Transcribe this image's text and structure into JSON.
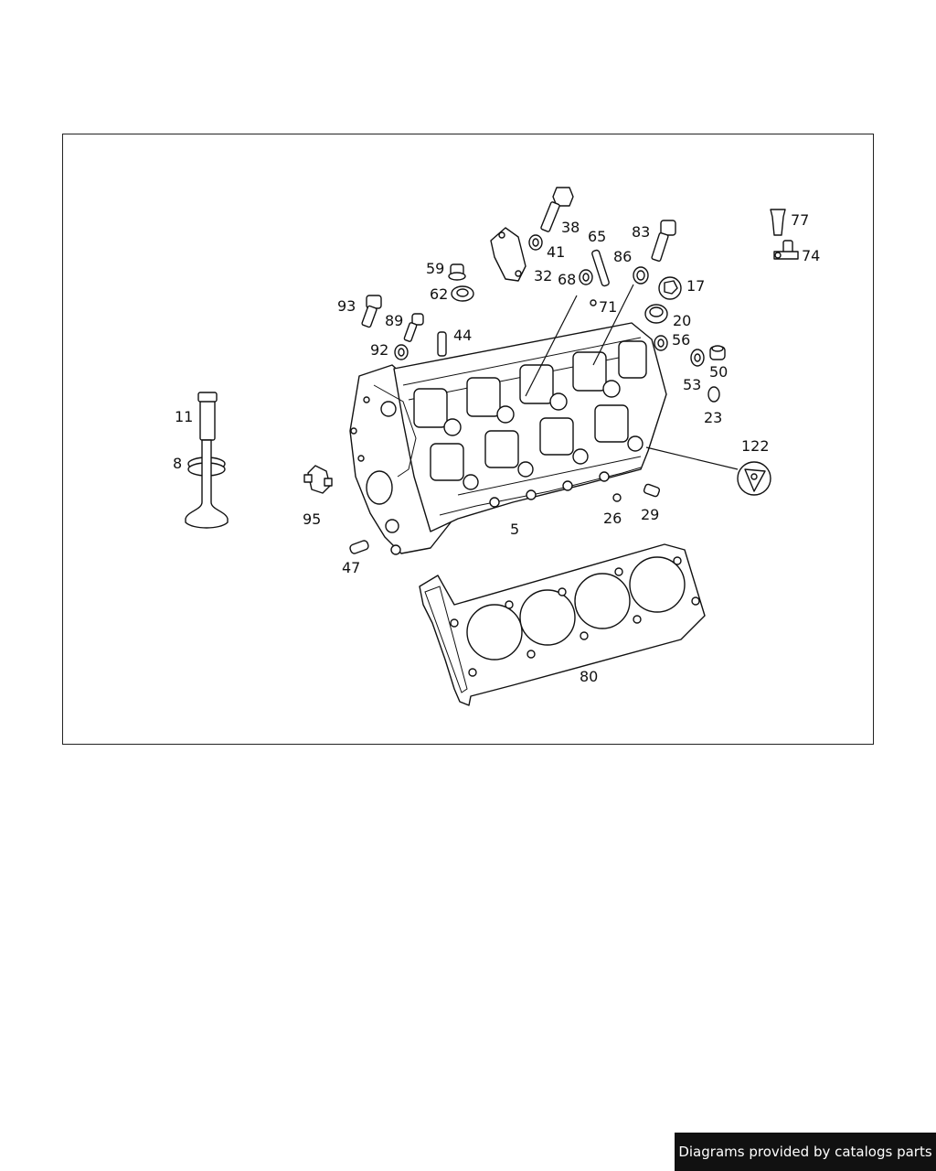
{
  "diagram": {
    "callouts": {
      "c11": "11",
      "c8": "8",
      "c95": "95",
      "c47": "47",
      "c5": "5",
      "c93": "93",
      "c89": "89",
      "c92": "92",
      "c44": "44",
      "c59": "59",
      "c62": "62",
      "c38": "38",
      "c41": "41",
      "c32": "32",
      "c65": "65",
      "c68": "68",
      "c71": "71",
      "c86": "86",
      "c83": "83",
      "c17": "17",
      "c20": "20",
      "c56": "56",
      "c53": "53",
      "c50": "50",
      "c23": "23",
      "c77": "77",
      "c74": "74",
      "c122": "122",
      "c26": "26",
      "c29": "29",
      "c80": "80"
    }
  },
  "footer": {
    "credit": "Diagrams provided by catalogs parts"
  }
}
